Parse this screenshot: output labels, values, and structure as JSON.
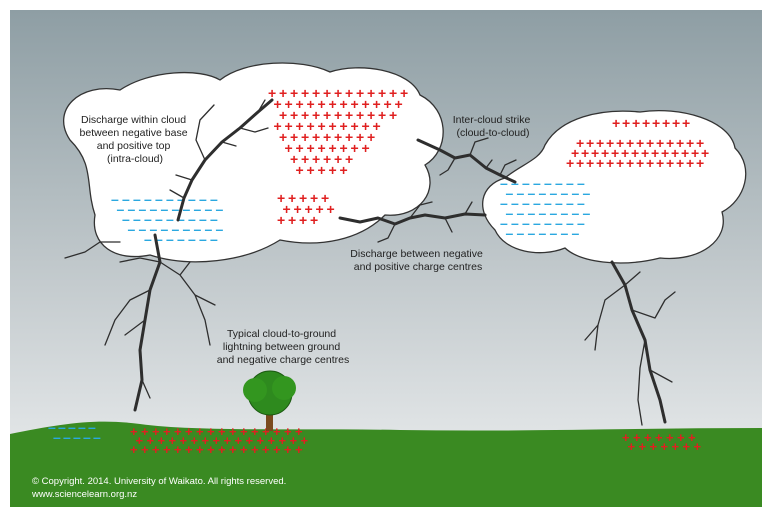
{
  "labels": {
    "intra_cloud": [
      "Discharge within cloud",
      "between negative base",
      "and positive top",
      "(intra-cloud)"
    ],
    "inter_cloud": [
      "Inter-cloud strike",
      "(cloud-to-cloud)"
    ],
    "charge_centres": [
      "Discharge between negative",
      "and positive charge centres"
    ],
    "cloud_to_ground": [
      "Typical cloud-to-ground",
      "lightning between ground",
      "and negative charge centres"
    ]
  },
  "copyright": [
    "© Copyright. 2014. University of Waikato. All rights reserved.",
    "www.sciencelearn.org.nz"
  ],
  "charge_symbols": {
    "positive": "+",
    "negative": "–"
  },
  "colors": {
    "sky_top": "#8e9ea4",
    "sky_bottom": "#eef0f1",
    "ground": "#3a8a22",
    "positive": "#e02020",
    "negative": "#2aa8e0",
    "lightning": "#2e2e2e",
    "tree": "#2e8a1e",
    "trunk": "#7a4a1e"
  }
}
